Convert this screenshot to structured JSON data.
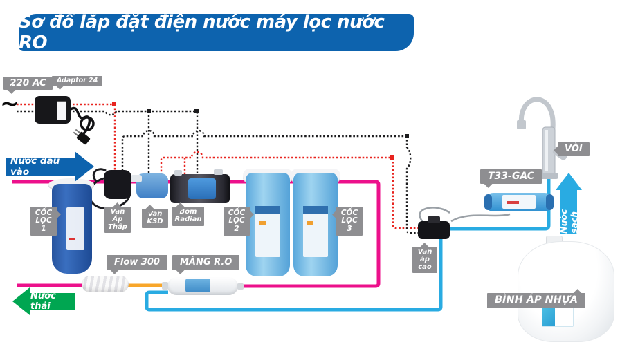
{
  "title": "Sơ đồ lắp đặt điện nước máy lọc nước RO",
  "power": {
    "ac_label": "220 AC",
    "adaptor_label": "Adaptor 24",
    "ac_symbol": "~"
  },
  "components": {
    "coc_loc_1": "CỐC\nLỌC\n1",
    "van_ap_thap": "Van\nÁp\nThấp",
    "van_ksd": "Van\nKSD",
    "bom_radian": "Bơm\nRadian",
    "coc_loc_2": "CỐC\nLỌC\n2",
    "coc_loc_3": "CỐC\nLỌC\n3",
    "flow_300": "Flow 300",
    "mang_ro": "MÀNG R.O",
    "van_ap_cao": "Van\náp\ncao",
    "t33_gac": "T33-GAC",
    "voi": "VÒI",
    "binh_ap_nhua": "BÌNH ÁP NHỰA"
  },
  "flows": {
    "inlet": "Nước đầu vào",
    "waste": "Nước thải",
    "clean": "Nước sạch"
  },
  "colors": {
    "banner_blue": "#0d63ae",
    "pipe_pink": "#ec108b",
    "pipe_cyan": "#29abe2",
    "pipe_orange": "#f8a62a",
    "arrow_green": "#00a651",
    "label_gray": "#8e8e91",
    "wire_red": "#e8231e",
    "wire_black": "#1c1c1e"
  }
}
